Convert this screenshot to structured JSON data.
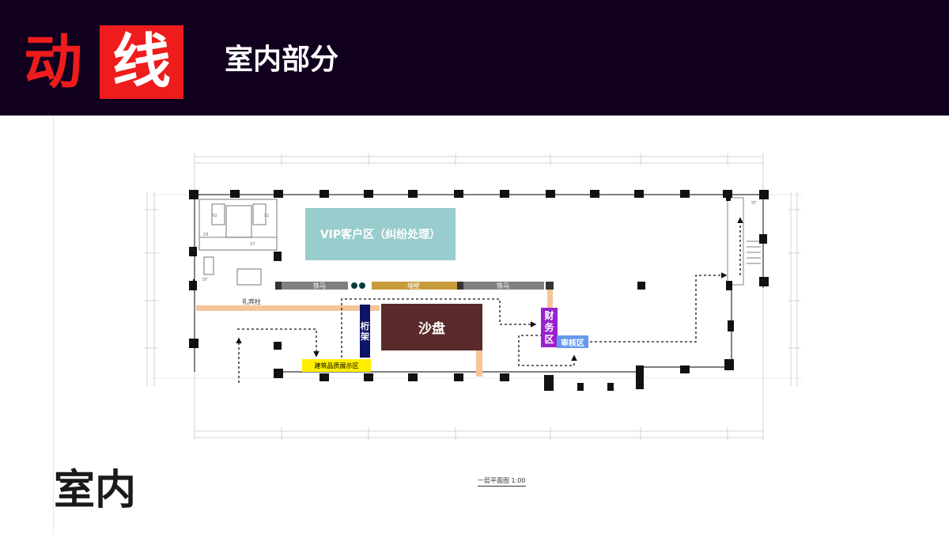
{
  "header": {
    "logo_char_1": "动",
    "logo_char_2": "线",
    "subtitle": "室内部分"
  },
  "bottom_title": "室内",
  "zones": {
    "vip": "VIP客户区（纠纷处理）",
    "sand_table": "沙盘",
    "rack": "桁架",
    "finance": "财务区",
    "audit": "审核区",
    "sample": "建筑品质展示区"
  },
  "labels": {
    "iron_horse_left": "铁马",
    "iron_horse_right": "铁马",
    "banner_wall": "墙壁",
    "guest_pillar": "礼宾柱"
  },
  "plan_caption": "一层平面图 1:00",
  "colors": {
    "header_bg": "#12001f",
    "accent_red": "#ee1c1c",
    "vip": "#99cccc",
    "sand_table": "#5a2a2a",
    "rack": "#0c1466",
    "finance": "#9922cc",
    "audit": "#6699ee",
    "sample": "#ffee00",
    "guest_pillar": "#f6c49a",
    "iron_horse": "#808080",
    "banner_wall": "#c89a3a"
  }
}
